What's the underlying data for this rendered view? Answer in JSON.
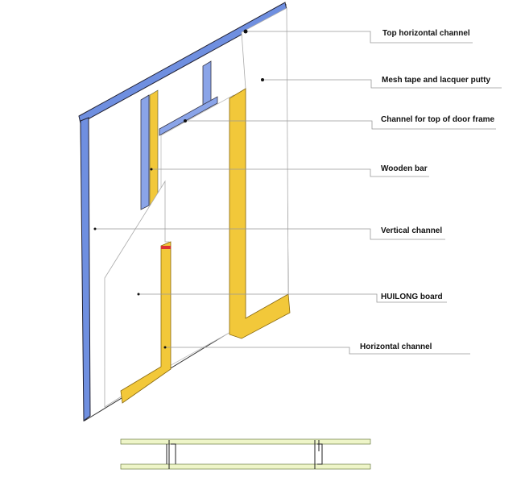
{
  "labels": {
    "top_horizontal_channel": "Top horizontal channel",
    "mesh_tape": "Mesh tape and lacquer putty",
    "door_frame_channel": "Channel for top of door frame",
    "wooden_bar": "Wooden bar",
    "vertical_channel": "Vertical channel",
    "board": "HUILONG board",
    "horizontal_channel": "Horizontal channel"
  },
  "colors": {
    "channel": "#6f8fe0",
    "wood": "#f2c83a",
    "board": "#ffffff",
    "leader": "#999999",
    "section": "#c8d98a"
  }
}
